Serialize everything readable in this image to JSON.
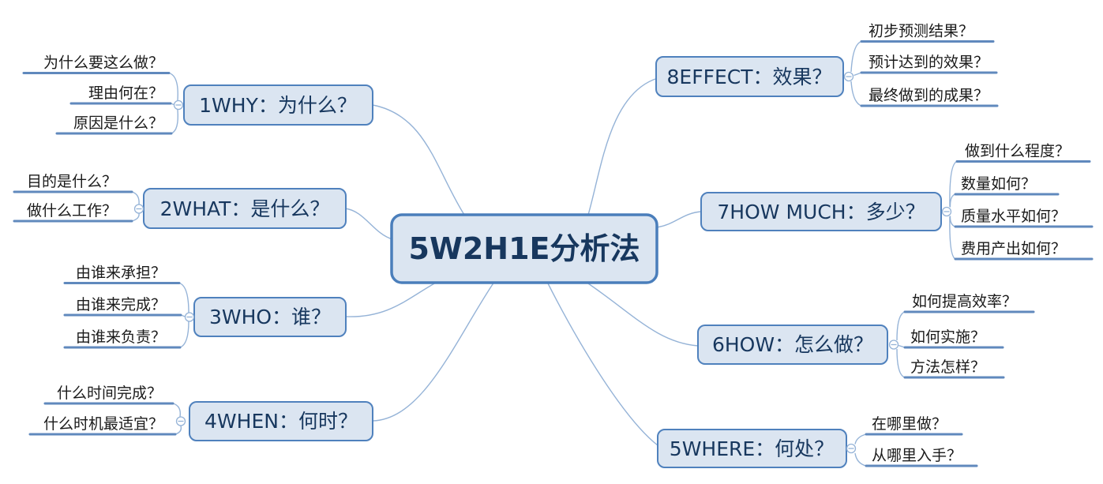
{
  "colors": {
    "node_fill": "#dbe5f1",
    "node_border": "#4f81bd",
    "topic_text": "#17375e",
    "child_text": "#1a1a1a",
    "connector_line": "#95b3d7",
    "child_underline": "#6089bd",
    "background": "#ffffff"
  },
  "mindmap": {
    "center_label": "5W2H1E分析法",
    "branches": [
      {
        "key": "why",
        "label": "1WHY：为什么？",
        "children": [
          "为什么要这么做？",
          "理由何在？",
          "原因是什么？"
        ]
      },
      {
        "key": "what",
        "label": "2WHAT：是什么？",
        "children": [
          "目的是什么？",
          "做什么工作？"
        ]
      },
      {
        "key": "who",
        "label": "3WHO：谁？",
        "children": [
          "由谁来承担？",
          "由谁来完成？",
          "由谁来负责？"
        ]
      },
      {
        "key": "when",
        "label": "4WHEN：何时？",
        "children": [
          "什么时间完成？",
          "什么时机最适宜？"
        ]
      },
      {
        "key": "where",
        "label": "5WHERE：何处？",
        "children": [
          "在哪里做？",
          "从哪里入手？"
        ]
      },
      {
        "key": "how",
        "label": "6HOW：怎么做？",
        "children": [
          "如何提高效率？",
          "如何实施？",
          "方法怎样？"
        ]
      },
      {
        "key": "howmuch",
        "label": "7HOW MUCH：多少？",
        "children": [
          "做到什么程度？",
          "数量如何？",
          "质量水平如何？",
          "费用产出如何？"
        ]
      },
      {
        "key": "effect",
        "label": "8EFFECT：效果？",
        "children": [
          "初步预测结果？",
          "预计达到的效果？",
          "最终做到的成果？"
        ]
      }
    ]
  }
}
